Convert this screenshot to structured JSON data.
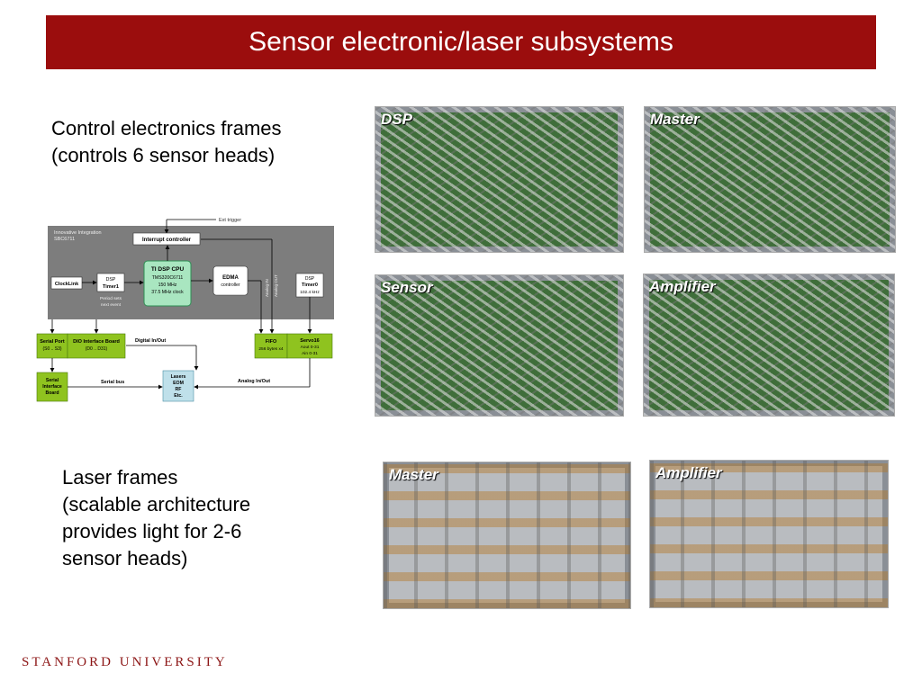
{
  "slide": {
    "title": "Sensor electronic/laser subsystems",
    "footer": "STANFORD UNIVERSITY"
  },
  "control_text": [
    "Control electronics frames",
    "(controls 6 sensor heads)"
  ],
  "laser_text": [
    "Laser frames",
    "(scalable architecture",
    "provides light for 2-6",
    "sensor heads)"
  ],
  "photos": {
    "dsp": "DSP",
    "master_ctrl": "Master",
    "sensor": "Sensor",
    "amplifier_ctrl": "Amplifier",
    "master_laser": "Master",
    "amplifier_laser": "Amplifier"
  },
  "diagram": {
    "ext_trigger": "Ext trigger",
    "board_name": [
      "Innovative Integration",
      "SBC6711"
    ],
    "interrupt_controller": "Interrupt controller",
    "dsp_cpu": [
      "TI DSP CPU",
      "TMS320C6711",
      "150 MHz",
      "37.5 MHz clock"
    ],
    "edma": [
      "EDMA",
      "controller"
    ],
    "dsp_timer1": [
      "DSP",
      "Timer1"
    ],
    "dsp_timer0": [
      "DSP",
      "Timer0",
      "102.4 kHz"
    ],
    "clocklink": "ClockLink",
    "period_note": [
      "Period sets",
      "next event"
    ],
    "analog_in": "Analog IN",
    "analog_out": "Analog OUT",
    "serial_port": [
      "Serial Port",
      "(S0 .. S3)"
    ],
    "dio_board": [
      "DIO Interface Board",
      "(D0 .. D31)"
    ],
    "digital_io": "Digital In/Out",
    "fifo": [
      "FIFO",
      "256 bytes x4"
    ],
    "servo16": [
      "Servo16",
      "Aout 0-31",
      "Ain 0-31"
    ],
    "serial_interface": [
      "Serial",
      "Interface",
      "Board"
    ],
    "serial_bus": "Serial bus",
    "lasers": [
      "Lasers",
      "EOM",
      "RF",
      "Etc."
    ],
    "analog_io": "Analog In/Out"
  }
}
